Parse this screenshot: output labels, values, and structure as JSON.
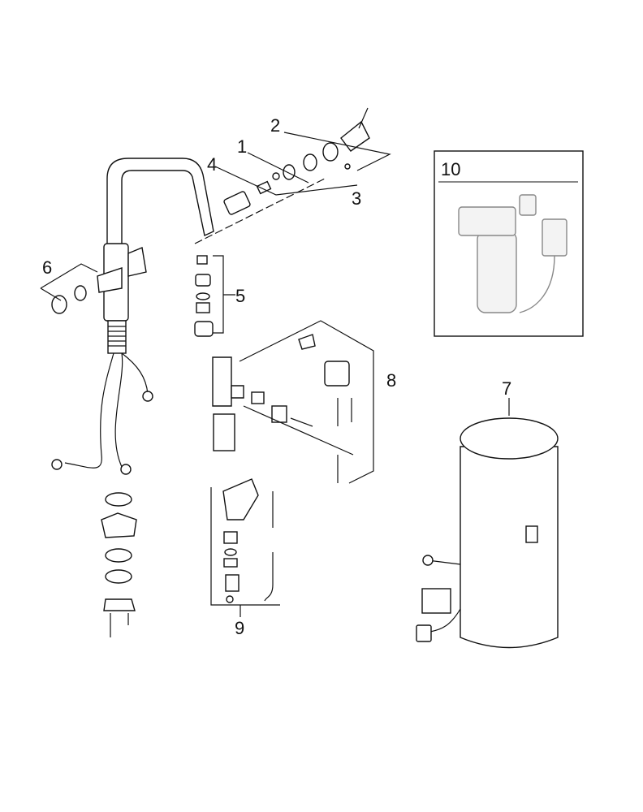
{
  "diagram": {
    "labels": {
      "p1": "1",
      "p2": "2",
      "p3": "3",
      "p4": "4",
      "p5": "5",
      "p6": "6",
      "p7": "7",
      "p8": "8",
      "p9": "9",
      "p10": "10"
    }
  }
}
